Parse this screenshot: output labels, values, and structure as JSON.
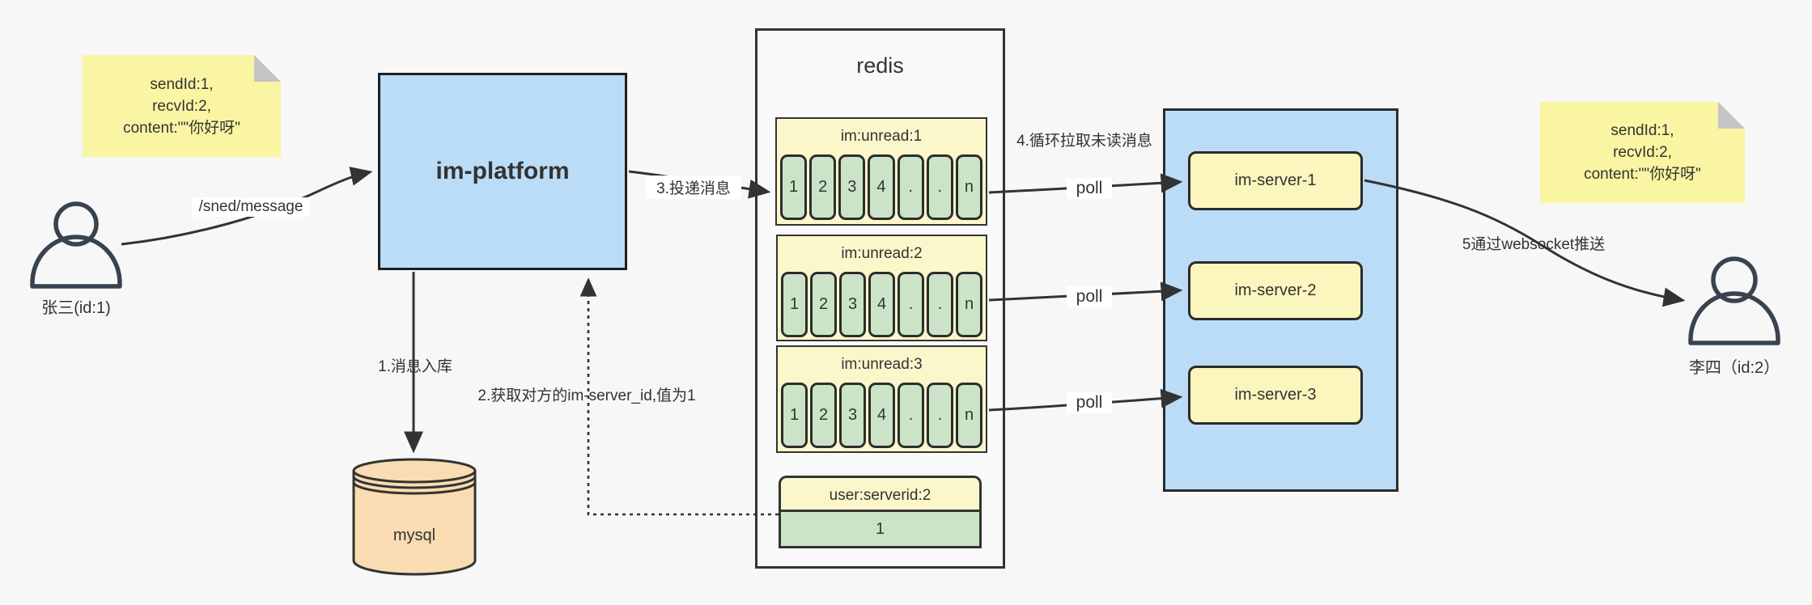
{
  "colors": {
    "background": "#F7F7F7",
    "blue_fill": "#BBDCF7",
    "note_yellow": "#FAF5A2",
    "queue_yellow": "#FBF7CB",
    "server_yellow": "#FBF6BE",
    "cell_green": "#CBE4C8",
    "mysql_tan": "#F9DCB1",
    "line_dark": "#333333",
    "person_stroke": "#39434F"
  },
  "sender": {
    "note": {
      "line1": "sendId:1,",
      "line2": "recvId:2,",
      "line3": "content:\"\"你好呀\""
    },
    "person_label": "张三(id:1)",
    "request_label": "/sned/message"
  },
  "platform": {
    "label": "im-platform"
  },
  "mysql": {
    "label": "mysql"
  },
  "steps": {
    "step1": "1.消息入库",
    "step2": "2.获取对方的im-server_id,值为1",
    "step3": "3.投递消息",
    "step4": "4.循环拉取未读消息",
    "step5": "5通过websocket推送"
  },
  "redis": {
    "title": "redis",
    "queues": [
      {
        "label": "im:unread:1",
        "cells": [
          "1",
          "2",
          "3",
          "4",
          ".",
          ".",
          "n"
        ]
      },
      {
        "label": "im:unread:2",
        "cells": [
          "1",
          "2",
          "3",
          "4",
          ".",
          ".",
          "n"
        ]
      },
      {
        "label": "im:unread:3",
        "cells": [
          "1",
          "2",
          "3",
          "4",
          ".",
          ".",
          "n"
        ]
      }
    ],
    "kv": {
      "key": "user:serverid:2",
      "value": "1"
    }
  },
  "poll": {
    "label": "poll"
  },
  "servers": [
    {
      "label": "im-server-1"
    },
    {
      "label": "im-server-2"
    },
    {
      "label": "im-server-3"
    }
  ],
  "receiver": {
    "note": {
      "line1": "sendId:1,",
      "line2": "recvId:2,",
      "line3": "content:\"\"你好呀\""
    },
    "person_label": "李四（id:2）"
  }
}
